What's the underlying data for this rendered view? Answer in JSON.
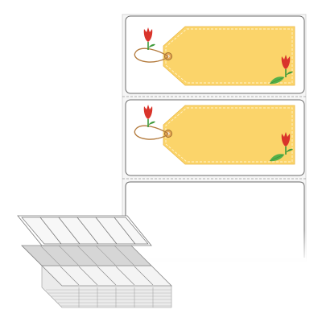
{
  "colors": {
    "background": "#ffffff",
    "label_border": "#6b6b6b",
    "liner": "#f4f4f4",
    "tag_fill": "#fbd46a",
    "tag_stitch": "#fff3cf",
    "string": "#b37a3c",
    "tulip_red": "#d9342b",
    "leaf_green": "#3e9a3a",
    "fanfold_face": "#f2f2f2",
    "fanfold_edge": "#9a9a9a"
  },
  "illustration": {
    "labels": [
      {
        "kind": "printed-tag-label"
      },
      {
        "kind": "printed-tag-label"
      },
      {
        "kind": "blank-label"
      }
    ],
    "icons": [
      "tulip-icon",
      "leaf-icon",
      "string-icon",
      "eyelet-icon"
    ],
    "fanfold_stack": {
      "columns": 6
    }
  }
}
